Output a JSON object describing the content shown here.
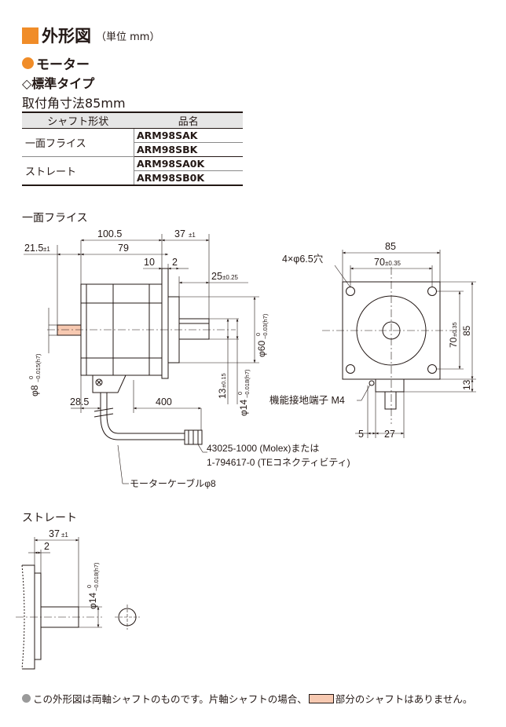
{
  "header": {
    "title": "外形図",
    "unit": "（単位 mm）"
  },
  "section": {
    "motor": "モーター",
    "type": "◇標準タイプ",
    "mount": "取付角寸法85mm"
  },
  "table": {
    "col_shaft": "シャフト形状",
    "col_name": "品名",
    "groups": [
      {
        "label": "一面フライス",
        "models": [
          "ARM98SAK",
          "ARM98SBK"
        ]
      },
      {
        "label": "ストレート",
        "models": [
          "ARM98SA0K",
          "ARM98SB0K"
        ]
      }
    ]
  },
  "drawing1": {
    "caption": "一面フライス",
    "dims": {
      "d100_5": "100.5",
      "d37": "37",
      "tol_pm1": "±1",
      "d21_5": "21.5",
      "d79": "79",
      "d10": "10",
      "d2": "2",
      "d25": "25",
      "tol_025": "±0.25",
      "d8": "φ8",
      "d8_tol_hi": "0",
      "d8_tol_lo": "−0.015(h7)",
      "d60": "φ60",
      "d60_tol_hi": "0",
      "d60_tol_lo": "−0.03(h7)",
      "d13": "13",
      "tol_015": "±0.15",
      "d14": "φ14",
      "d14_tol_hi": "0",
      "d14_tol_lo": "−0.018(h7)",
      "d28_5": "28.5",
      "d400": "400"
    },
    "connector1": "43025-1000 (Molex)または",
    "connector2": "1-794617-0 (TEコネクティビティ)",
    "cable": "モーターケーブルφ8"
  },
  "front_view": {
    "holes": "4×φ6.5穴",
    "d85": "85",
    "d70": "70",
    "tol_035": "±0.35",
    "d13": "13",
    "d5": "5",
    "d27": "27",
    "terminal": "機能接地端子 M4"
  },
  "drawing2": {
    "caption": "ストレート",
    "d37": "37",
    "tol_pm1": "±1",
    "d2": "2",
    "d14": "φ14",
    "d14_tol_hi": "0",
    "d14_tol_lo": "−0.018(h7)"
  },
  "footer": {
    "note_a": "この外形図は両軸シャフトのものです。片軸シャフトの場合、",
    "note_b": "部分のシャフトはありません。"
  },
  "colors": {
    "accent": "#f08c28",
    "shaft_fill": "#f7c9b1",
    "line": "#231815"
  }
}
